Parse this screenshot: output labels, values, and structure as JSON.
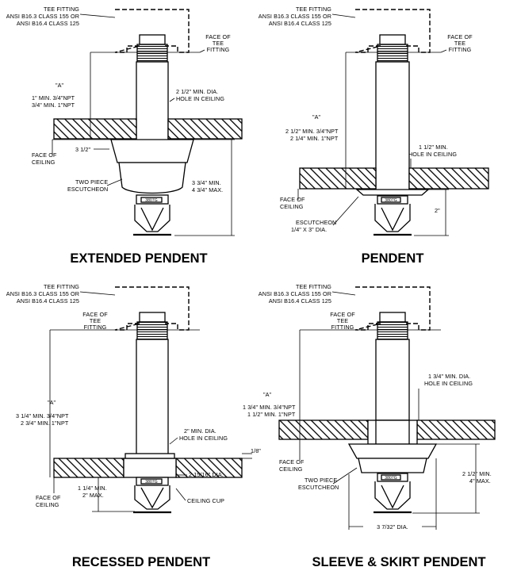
{
  "panels": [
    {
      "caption": "EXTENDED PENDENT",
      "tee": [
        "TEE FITTING",
        "ANSI B16.3 CLASS 155 OR",
        "ANSI B16.4 CLASS 125"
      ],
      "face_tee": [
        "FACE OF",
        "TEE",
        "FITTING"
      ],
      "dim_a": "\"A\"",
      "a_values": [
        "1\" MIN. 3/4\"NPT",
        "3/4\" MIN. 1\"NPT"
      ],
      "hole": [
        "2 1/2\" MIN. DIA.",
        "HOLE IN CEILING"
      ],
      "face_ceiling": [
        "FACE OF",
        "CEILING"
      ],
      "dim_escutcheon": "3 1/2\"",
      "escutcheon": [
        "TWO PIECE",
        "ESCUTCHEON"
      ],
      "drop": [
        "3 3/4\" MIN.",
        "4 3/4\" MAX."
      ],
      "model": "3807G"
    },
    {
      "caption": "PENDENT",
      "tee": [
        "TEE FITTING",
        "ANSI B16.3 CLASS 155 OR",
        "ANSI B16.4 CLASS 125"
      ],
      "face_tee": [
        "FACE OF",
        "TEE",
        "FITTING"
      ],
      "dim_a": "\"A\"",
      "a_values": [
        "2 1/2\" MIN. 3/4\"NPT",
        "2 1/4\" MIN. 1\"NPT"
      ],
      "hole": [
        "1 1/2\" MIN.",
        "HOLE IN CEILING"
      ],
      "face_ceiling": [
        "FACE OF",
        "CEILING"
      ],
      "escutcheon": [
        "ESCUTCHEON",
        "1/4\" X 3\" DIA."
      ],
      "drop": "2\"",
      "model": "3807G"
    },
    {
      "caption": "RECESSED PENDENT",
      "tee": [
        "TEE FITTING",
        "ANSI B16.3 CLASS 155 OR",
        "ANSI B16.4 CLASS 125"
      ],
      "face_tee": [
        "FACE OF",
        "TEE",
        "FITTING"
      ],
      "dim_a": "\"A\"",
      "a_values": [
        "3 1/4\" MIN. 3/4\"NPT",
        "2 3/4\" MIN. 1\"NPT"
      ],
      "hole": [
        "2\" MIN. DIA.",
        "HOLE IN CEILING"
      ],
      "dim_top": "1/8\"",
      "dim_cup": "2 15/16\" DIA.",
      "recess": [
        "1 1/4\" MIN.",
        "2\" MAX."
      ],
      "face_ceiling": [
        "FACE OF",
        "CEILING"
      ],
      "cup": "CEILING CUP",
      "model": "3807G"
    },
    {
      "caption": "SLEEVE & SKIRT PENDENT",
      "tee": [
        "TEE FITTING",
        "ANSI B16.3 CLASS 155 OR",
        "ANSI B16.4 CLASS 125"
      ],
      "face_tee": [
        "FACE OF",
        "TEE",
        "FITTING"
      ],
      "dim_a": "\"A\"",
      "a_values": [
        "1 3/4\" MIN. 3/4\"NPT",
        "1 1/2\" MIN. 1\"NPT"
      ],
      "hole": [
        "1 3/4\" MIN. DIA.",
        "HOLE IN CEILING"
      ],
      "face_ceiling": [
        "FACE OF",
        "CEILING"
      ],
      "escutcheon": [
        "TWO PIECE",
        "ESCUTCHEON"
      ],
      "drop": [
        "2 1/2\" MIN.",
        "4\" MAX."
      ],
      "dim_bottom": "3 7/32\" DIA.",
      "model": "3807G"
    }
  ]
}
